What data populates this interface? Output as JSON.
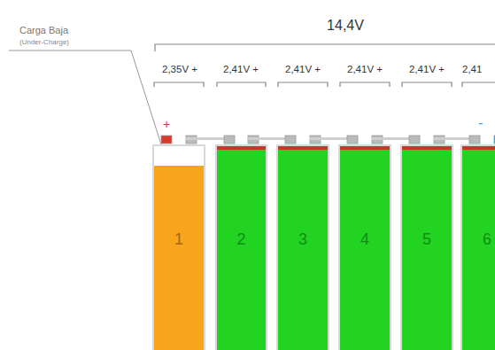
{
  "diagram": {
    "title": "14,4V",
    "nodes": [
      {
        "text": [
          "1"
        ]
      },
      {
        "text": [
          "2"
        ]
      },
      {
        "text": [
          "3"
        ]
      },
      {
        "text": [
          "4"
        ]
      },
      {
        "text": [
          "5"
        ]
      },
      {
        "text": [
          "6"
        ]
      }
    ],
    "labels": [
      "2,35V +",
      "2,41V +",
      "2,41V +",
      "2,41V +",
      "2,41V +",
      "2,41",
      "+",
      "-",
      "Carga Baja",
      "(Under-Charge)"
    ]
  }
}
